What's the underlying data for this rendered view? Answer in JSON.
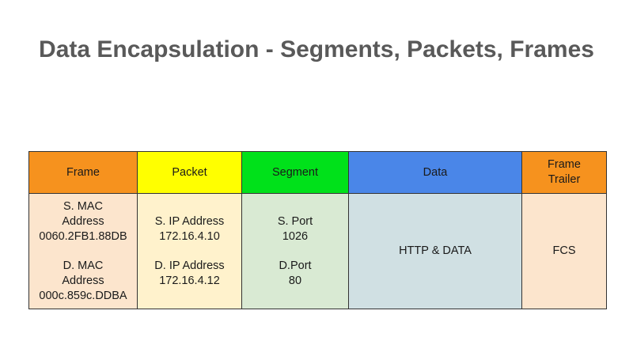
{
  "title": "Data Encapsulation - Segments, Packets, Frames",
  "table": {
    "headers": {
      "frame": "Frame",
      "packet": "Packet",
      "segment": "Segment",
      "data": "Data",
      "trailer_line1": "Frame",
      "trailer_line2": "Trailer"
    },
    "frame_cell": {
      "src_label_1": "S. MAC",
      "src_label_2": "Address",
      "src_value": "0060.2FB1.88DB",
      "dst_label_1": "D. MAC",
      "dst_label_2": "Address",
      "dst_value": "000c.859c.DDBA"
    },
    "packet_cell": {
      "src_label": "S. IP Address",
      "src_value": "172.16.4.10",
      "dst_label": "D. IP Address",
      "dst_value": "172.16.4.12"
    },
    "segment_cell": {
      "src_label": "S. Port",
      "src_value": "1026",
      "dst_label": "D.Port",
      "dst_value": "80"
    },
    "data_cell": "HTTP & DATA",
    "trailer_cell": "FCS"
  },
  "colors": {
    "title": "#595959",
    "frame_header": "#f6921e",
    "packet_header": "#ffff00",
    "segment_header": "#00e11a",
    "data_header": "#4a86e8",
    "trailer_header": "#f6921e",
    "frame_body": "#fce5cd",
    "packet_body": "#fff2cc",
    "segment_body": "#d9ead3",
    "data_body": "#d0e0e3",
    "trailer_body": "#fce5cd"
  }
}
